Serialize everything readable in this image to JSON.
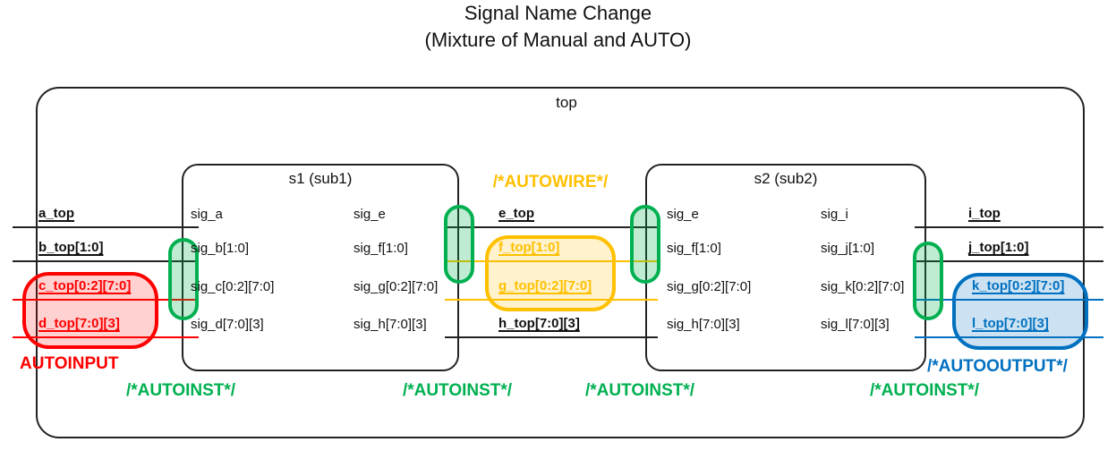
{
  "title": {
    "line1": "Signal Name Change",
    "line2": "(Mixture of Manual and AUTO)"
  },
  "top_module": {
    "label": "top"
  },
  "modules": {
    "s1": {
      "label": "s1 (sub1)",
      "left_ports": [
        "sig_a",
        "sig_b[1:0]",
        "sig_c[0:2][7:0]",
        "sig_d[7:0][3]"
      ],
      "right_ports": [
        "sig_e",
        "sig_f[1:0]",
        "sig_g[0:2][7:0]",
        "sig_h[7:0][3]"
      ]
    },
    "s2": {
      "label": "s2 (sub2)",
      "left_ports": [
        "sig_e",
        "sig_f[1:0]",
        "sig_g[0:2][7:0]",
        "sig_h[7:0][3]"
      ],
      "right_ports": [
        "sig_i",
        "sig_j[1:0]",
        "sig_k[0:2][7:0]",
        "sig_l[7:0][3]"
      ]
    }
  },
  "signals": {
    "left": [
      "a_top",
      "b_top[1:0]",
      "c_top[0:2][7:0]",
      "d_top[7:0][3]"
    ],
    "middle": [
      "e_top",
      "f_top[1:0]",
      "g_top[0:2][7:0]",
      "h_top[7:0][3]"
    ],
    "right": [
      "i_top",
      "j_top[1:0]",
      "k_top[0:2][7:0]",
      "l_top[7:0][3]"
    ]
  },
  "annotations": {
    "autoinput": "AUTOINPUT",
    "autowire": "/*AUTOWIRE*/",
    "autooutput": "/*AUTOOUTPUT*/",
    "autoinst": [
      "/*AUTOINST*/",
      "/*AUTOINST*/",
      "/*AUTOINST*/",
      "/*AUTOINST*/"
    ]
  },
  "colors": {
    "manual_black": "#000000",
    "autoinput_red": "#FF0000",
    "autowire_gold": "#FFC000",
    "autooutput_blue": "#0070C0",
    "autoinst_green": "#00B050"
  }
}
